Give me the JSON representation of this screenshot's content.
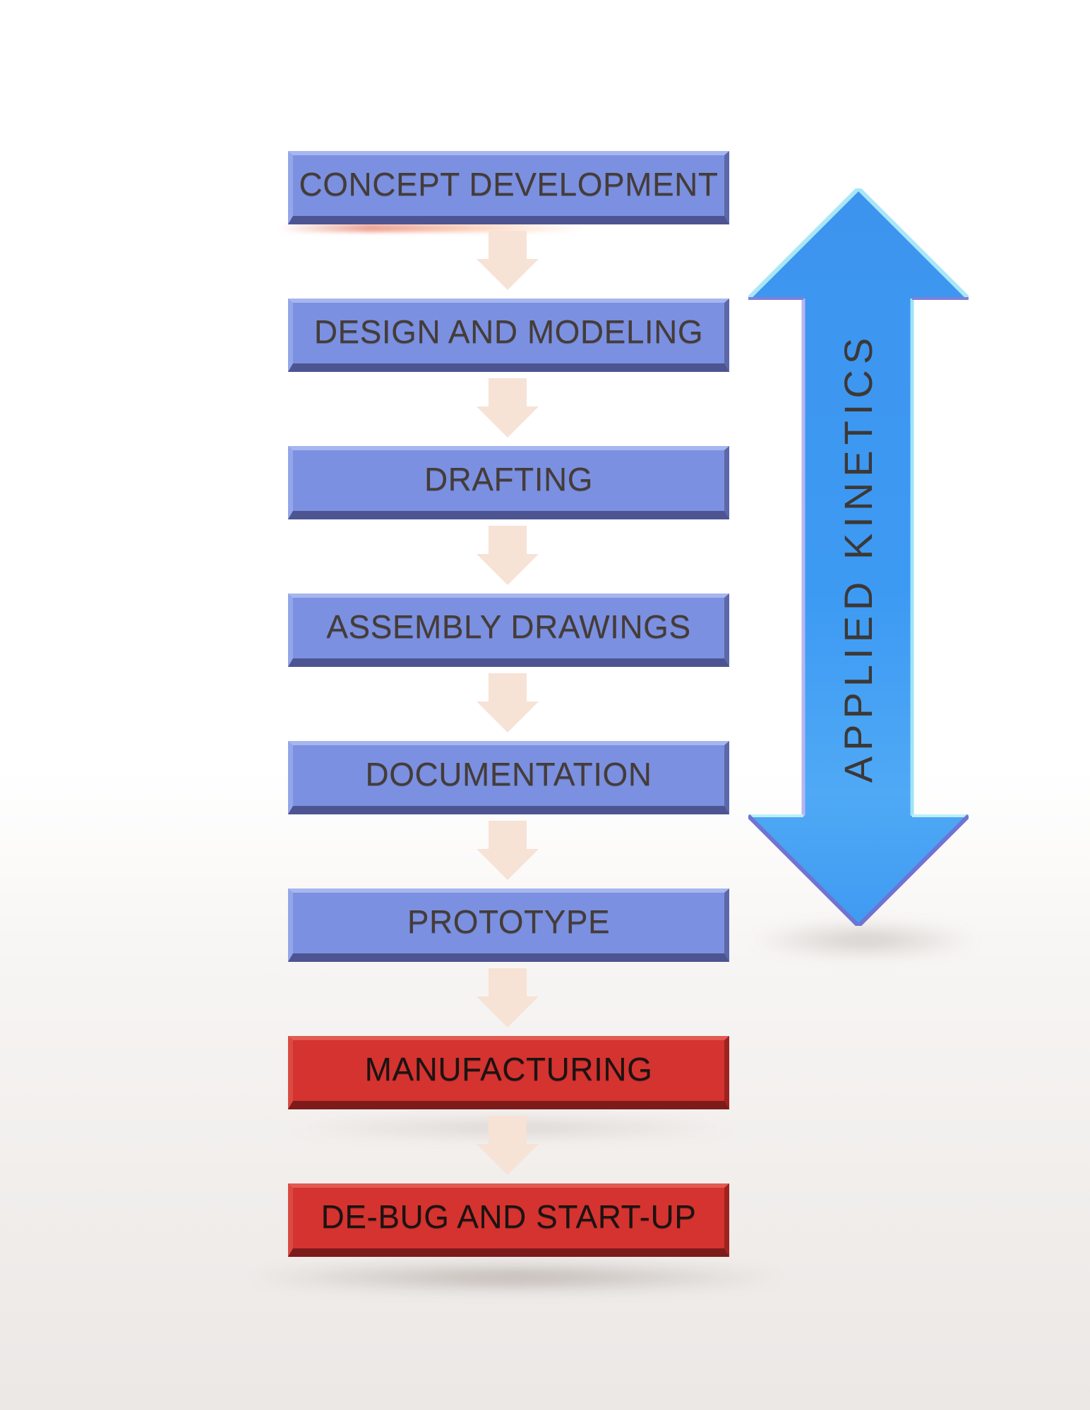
{
  "diagram": {
    "steps": [
      {
        "label": "CONCEPT DEVELOPMENT",
        "color": "blue"
      },
      {
        "label": "DESIGN AND MODELING",
        "color": "blue"
      },
      {
        "label": "DRAFTING",
        "color": "blue"
      },
      {
        "label": "ASSEMBLY DRAWINGS",
        "color": "blue"
      },
      {
        "label": "DOCUMENTATION",
        "color": "blue"
      },
      {
        "label": "PROTOTYPE",
        "color": "blue"
      },
      {
        "label": "MANUFACTURING",
        "color": "red"
      },
      {
        "label": "DE-BUG AND START-UP",
        "color": "red"
      }
    ],
    "side_arrow": {
      "label": "APPLIED KINETICS",
      "direction": "double-vertical",
      "color": "#3e9af3"
    },
    "colors": {
      "step_blue": "#7b90e0",
      "step_red": "#d43330",
      "connector_arrow": "#f7e2d6",
      "text_on_blue": "#453c37",
      "text_on_red": "#1c1311",
      "side_arrow_text": "#3c3836"
    }
  }
}
